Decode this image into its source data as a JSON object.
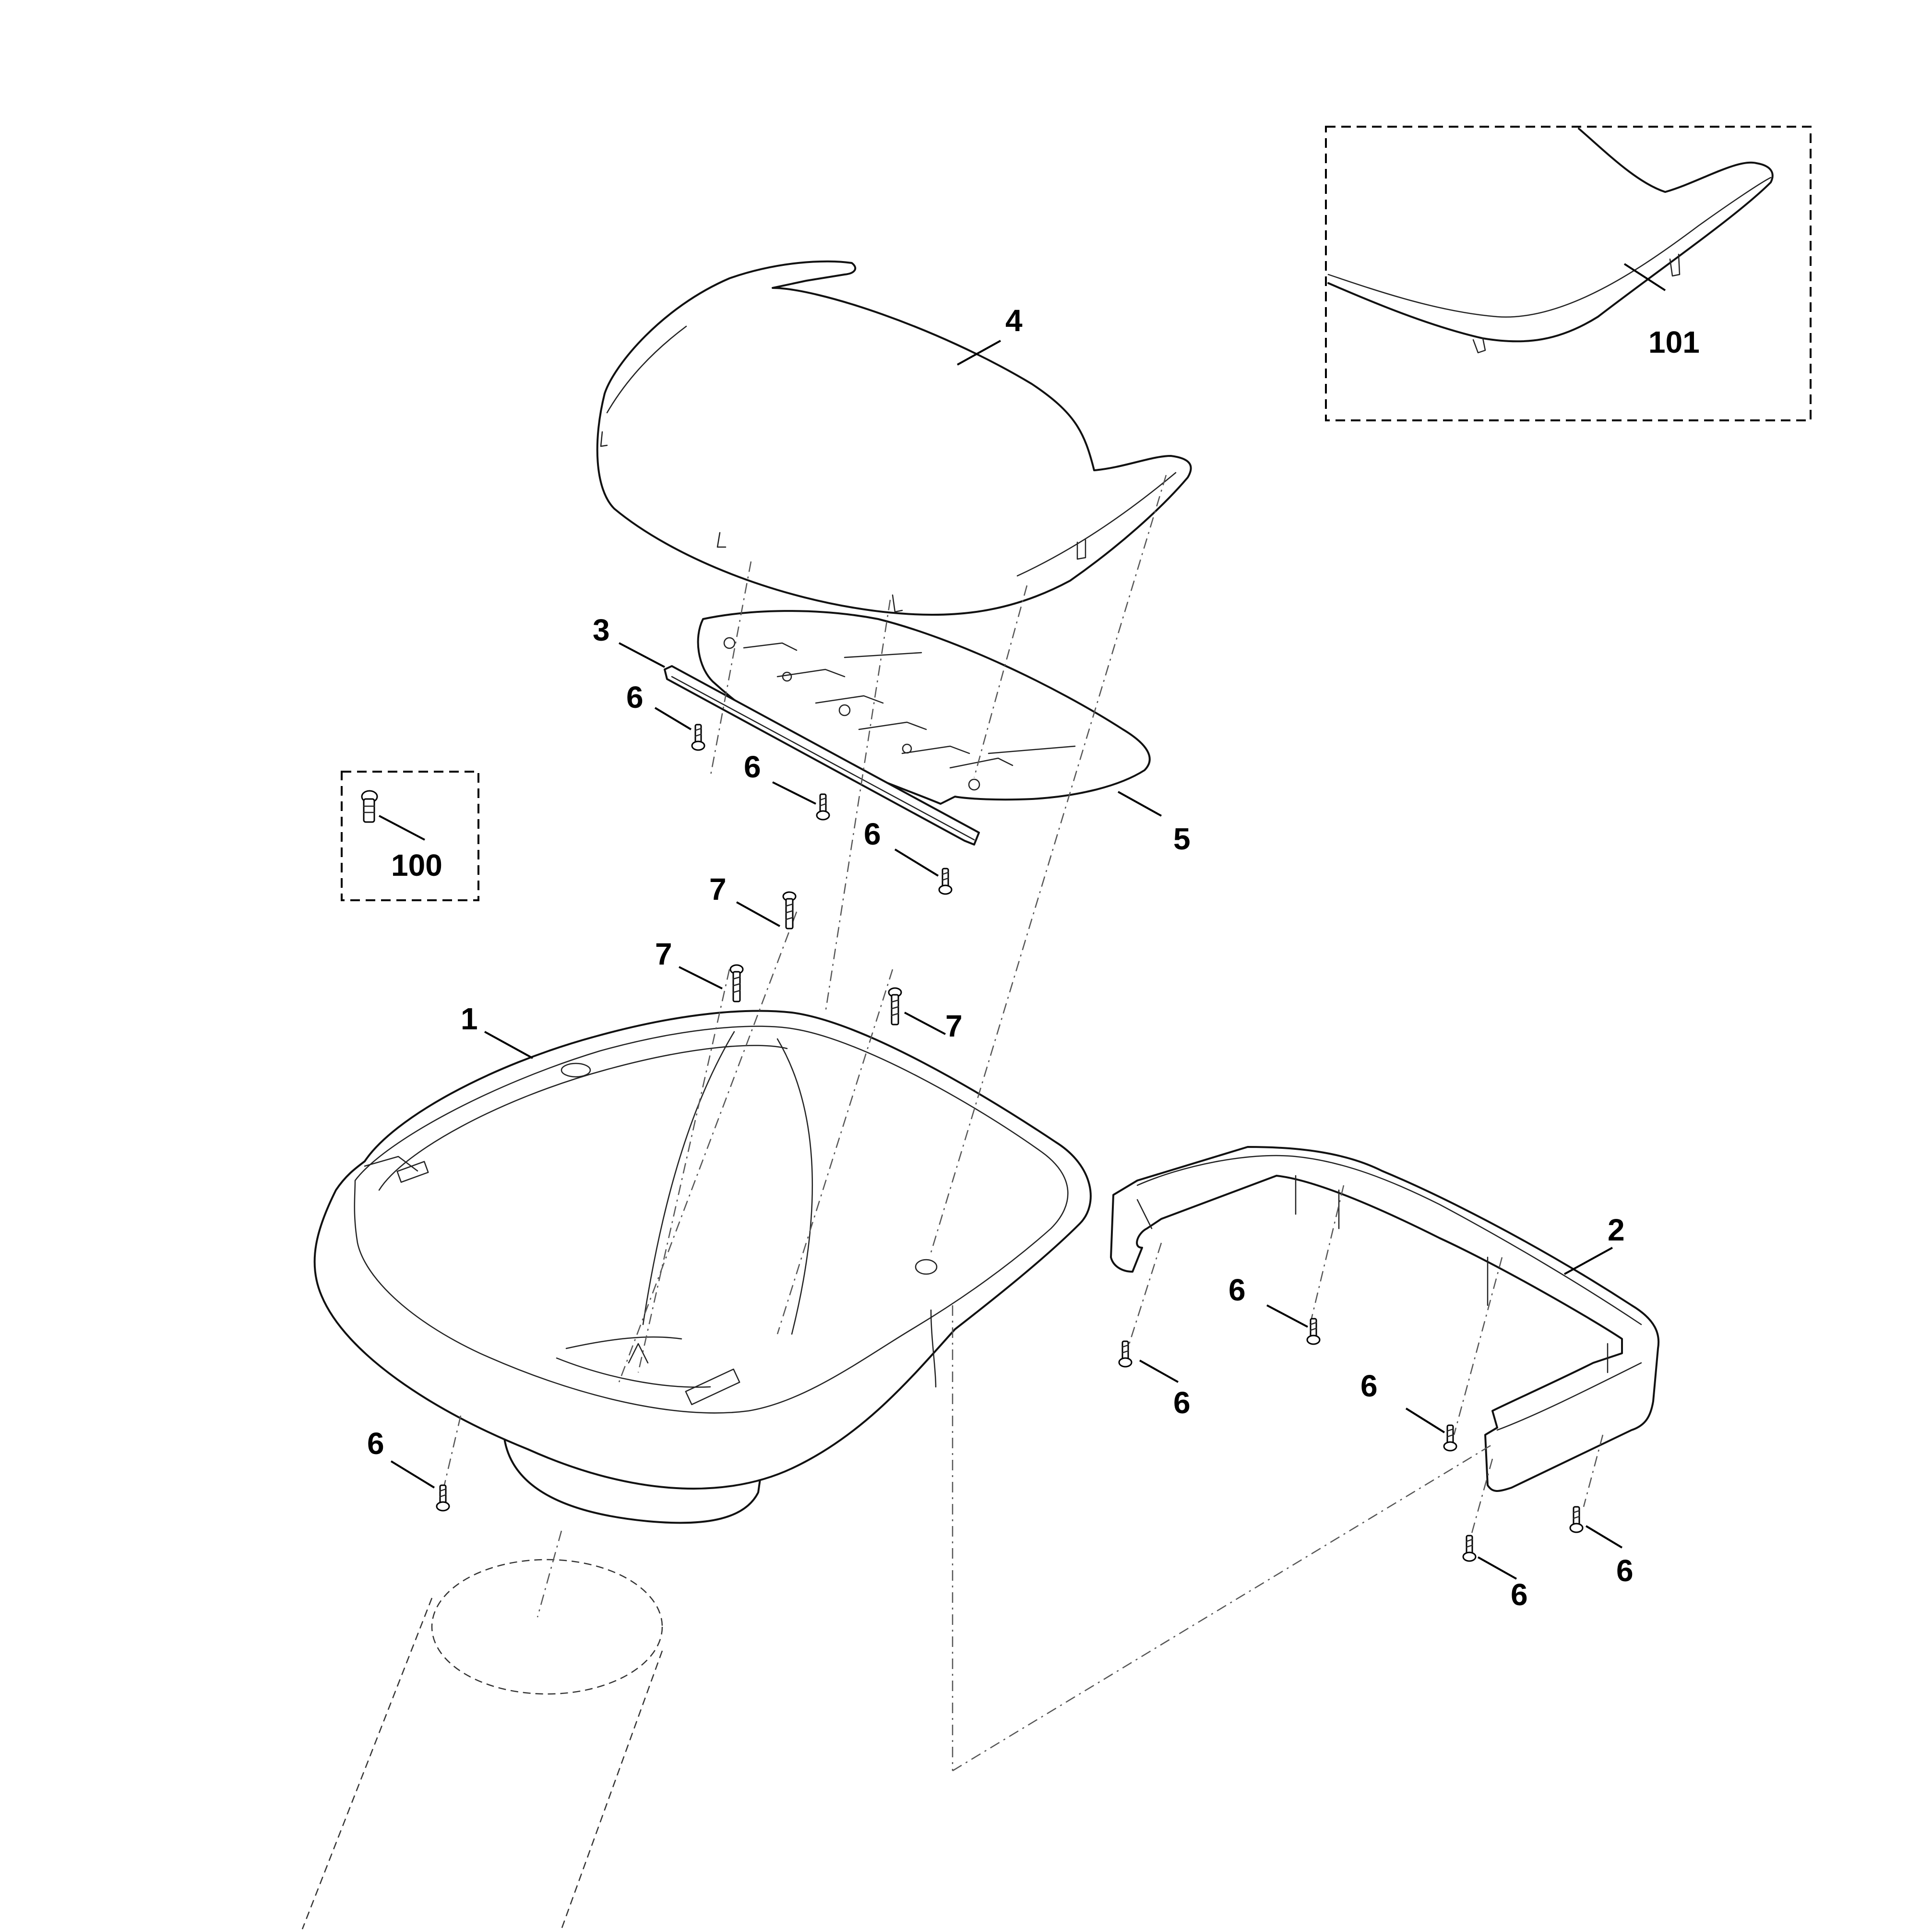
{
  "callouts": {
    "c1": "1",
    "c2": "2",
    "c3": "3",
    "c4": "4",
    "c5": "5",
    "c6": "6",
    "c7": "7",
    "c100": "100",
    "c101": "101"
  }
}
